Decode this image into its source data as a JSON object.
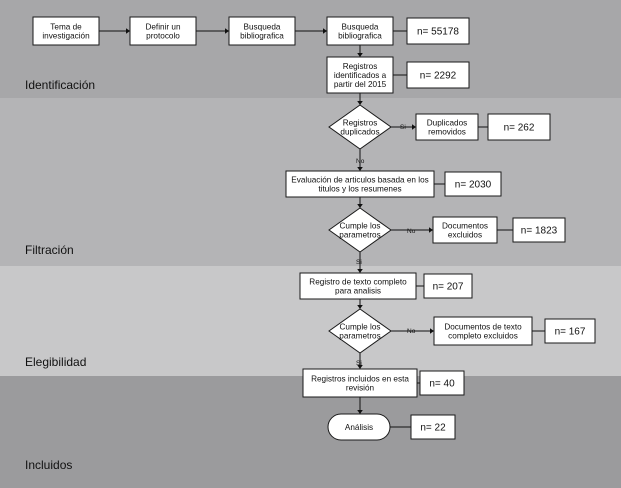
{
  "colors": {
    "band_identificacion": "#a7a7a9",
    "band_filtracion": "#b4b4b6",
    "band_elegibilidad": "#c8c8c9",
    "band_incluidos": "#9b9b9d",
    "node_fill": "#ffffff",
    "node_stroke": "#1a1a1a"
  },
  "phases": [
    {
      "id": "identificacion",
      "label": "Identificación"
    },
    {
      "id": "filtracion",
      "label": "Filtración"
    },
    {
      "id": "elegibilidad",
      "label": "Elegibilidad"
    },
    {
      "id": "incluidos",
      "label": "Incluidos"
    }
  ],
  "nodes": {
    "tema": {
      "shape": "process",
      "lines": [
        "Tema de",
        "investigación"
      ]
    },
    "protocolo": {
      "shape": "process",
      "lines": [
        "Definir un",
        "protocolo"
      ]
    },
    "busqueda1": {
      "shape": "process",
      "lines": [
        "Busqueda",
        "bibliografica"
      ]
    },
    "busqueda2": {
      "shape": "process",
      "lines": [
        "Busqueda",
        "bibliografica"
      ]
    },
    "n_busqueda": {
      "shape": "count",
      "lines": [
        "n= 55178"
      ]
    },
    "registros2015": {
      "shape": "process",
      "lines": [
        "Registros",
        "identificados a",
        "partir del 2015"
      ]
    },
    "n_registros2015": {
      "shape": "count",
      "lines": [
        "n= 2292"
      ]
    },
    "duplicados": {
      "shape": "decision",
      "lines": [
        "Registros",
        "duplicados"
      ]
    },
    "dup_removidos": {
      "shape": "process",
      "lines": [
        "Duplicados",
        "removidos"
      ]
    },
    "n_dup": {
      "shape": "count",
      "lines": [
        "n= 262"
      ]
    },
    "evaluacion": {
      "shape": "process",
      "lines": [
        "Evaluación de articulos basada en los",
        "titulos y los resumenes"
      ]
    },
    "n_eval": {
      "shape": "count",
      "lines": [
        "n= 2030"
      ]
    },
    "cumple1": {
      "shape": "decision",
      "lines": [
        "Cumple los",
        "parametros"
      ]
    },
    "doc_excluidos": {
      "shape": "process",
      "lines": [
        "Documentos",
        "excluidos"
      ]
    },
    "n_doc_excl": {
      "shape": "count",
      "lines": [
        "n= 1823"
      ]
    },
    "texto_completo": {
      "shape": "process",
      "lines": [
        "Registro de texto completo",
        "para analisis"
      ]
    },
    "n_texto": {
      "shape": "count",
      "lines": [
        "n= 207"
      ]
    },
    "cumple2": {
      "shape": "decision",
      "lines": [
        "Cumple los",
        "parametros"
      ]
    },
    "doc_texto_excl": {
      "shape": "process",
      "lines": [
        "Documentos de texto",
        "completo excluidos"
      ]
    },
    "n_doc_texto_excl": {
      "shape": "count",
      "lines": [
        "n= 167"
      ]
    },
    "incluidos_rev": {
      "shape": "process",
      "lines": [
        "Registros incluidos en esta",
        "revisión"
      ]
    },
    "n_incluidos": {
      "shape": "count",
      "lines": [
        "n= 40"
      ]
    },
    "analisis": {
      "shape": "terminal",
      "lines": [
        "Análisis"
      ]
    },
    "n_analisis": {
      "shape": "count",
      "lines": [
        "n= 22"
      ]
    }
  },
  "edge_labels": {
    "si": "Si",
    "no": "No"
  }
}
